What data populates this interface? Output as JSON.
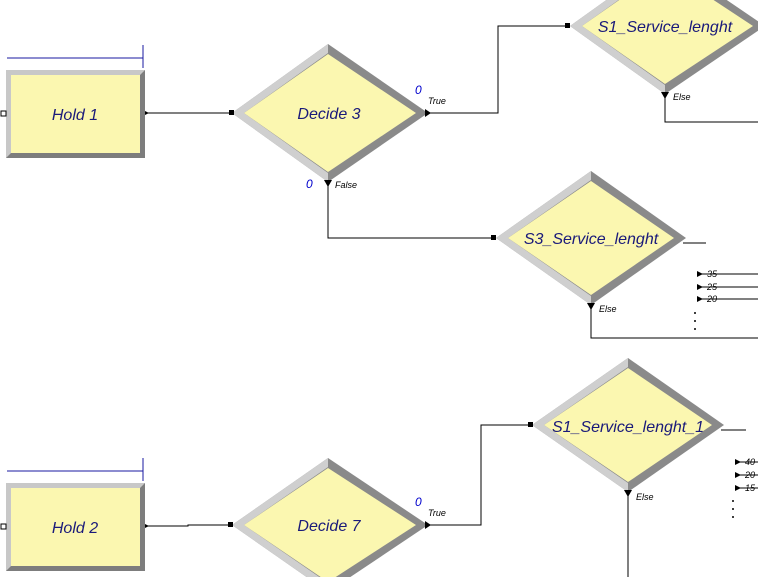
{
  "colors": {
    "module_fill": "#fbf7b0",
    "module_edge_light": "#c8c8c8",
    "module_edge_dark": "#7d7d7d",
    "label_text": "#1a1a7a",
    "counter_text": "#0000cc",
    "queue_line": "#1a1aa0"
  },
  "modules": {
    "hold1": "Hold 1",
    "hold2": "Hold 2",
    "decide3": "Decide 3",
    "decide7": "Decide 7",
    "s1_service": "S1_Service_lenght",
    "s3_service": "S3_Service_lenght",
    "s1_service_1": "S1_Service_lenght_1"
  },
  "counters": {
    "decide3_true": "0",
    "decide3_false": "0",
    "decide7_true": "0"
  },
  "branch_labels": {
    "true": "True",
    "false": "False",
    "else": "Else"
  },
  "s3_outputs": [
    "35",
    "25",
    "20"
  ],
  "s1_1_outputs": [
    "40",
    "20",
    "15"
  ]
}
